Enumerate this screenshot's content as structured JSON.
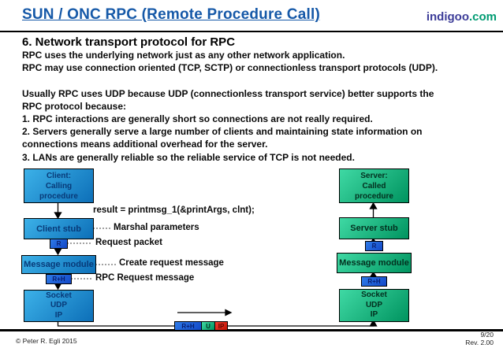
{
  "header": {
    "title": "SUN / ONC RPC (Remote Procedure Call)",
    "logo": {
      "name": "indigoo",
      "tld": ".com"
    }
  },
  "content": {
    "heading": "6. Network transport protocol for RPC",
    "lines": [
      "RPC uses the underlying network just as any other network application.",
      "RPC may use connection oriented (TCP, SCTP) or connectionless transport protocols (UDP).",
      "",
      "Usually RPC uses UDP because UDP (connectionless transport service) better supports the",
      "RPC protocol because:",
      "1. RPC interactions are generally short so connections are not really required.",
      "2. Servers generally serve a large number of clients and maintaining state information on",
      "connections means additional overhead for the server.",
      "3. LANs are generally reliable so the reliable service of TCP is not needed."
    ]
  },
  "diagram": {
    "client": {
      "procedure_lines": [
        "Client:",
        "Calling",
        "procedure"
      ],
      "stub": "Client stub",
      "request_tag": "R",
      "message_module": "Message module",
      "request_header_tag": "R+H",
      "socket_lines": [
        "Socket",
        "UDP",
        "IP"
      ]
    },
    "server": {
      "procedure_lines": [
        "Server:",
        "Called",
        "procedure"
      ],
      "stub": "Server stub",
      "request_tag": "R",
      "message_module": "Message module",
      "request_header_tag": "R+H",
      "socket_lines": [
        "Socket",
        "UDP",
        "IP"
      ]
    },
    "annotations": {
      "call": "result = printmsg_1(&printArgs, clnt);",
      "marshal": "Marshal parameters",
      "request_packet": "Request packet",
      "create_request": "Create request message",
      "rpc_request": "RPC Request message"
    },
    "packet_segments": [
      "R+H",
      "U",
      "IP"
    ]
  },
  "footer": {
    "copyright": "© Peter R. Egli 2015",
    "page": "9/20",
    "revision": "Rev. 2.00"
  },
  "colors": {
    "title_blue": "#1659A8",
    "logo_indigo": "#3D3D99",
    "logo_green": "#009B72",
    "client_box_light": "#3CB1E8",
    "client_box_dark": "#0D6FB8",
    "server_box_light": "#3FD9A4",
    "server_box_dark": "#00935F",
    "tag_blue": "#1E5FD8",
    "packet_green": "#2AAE7A",
    "packet_red": "#DD2211"
  }
}
